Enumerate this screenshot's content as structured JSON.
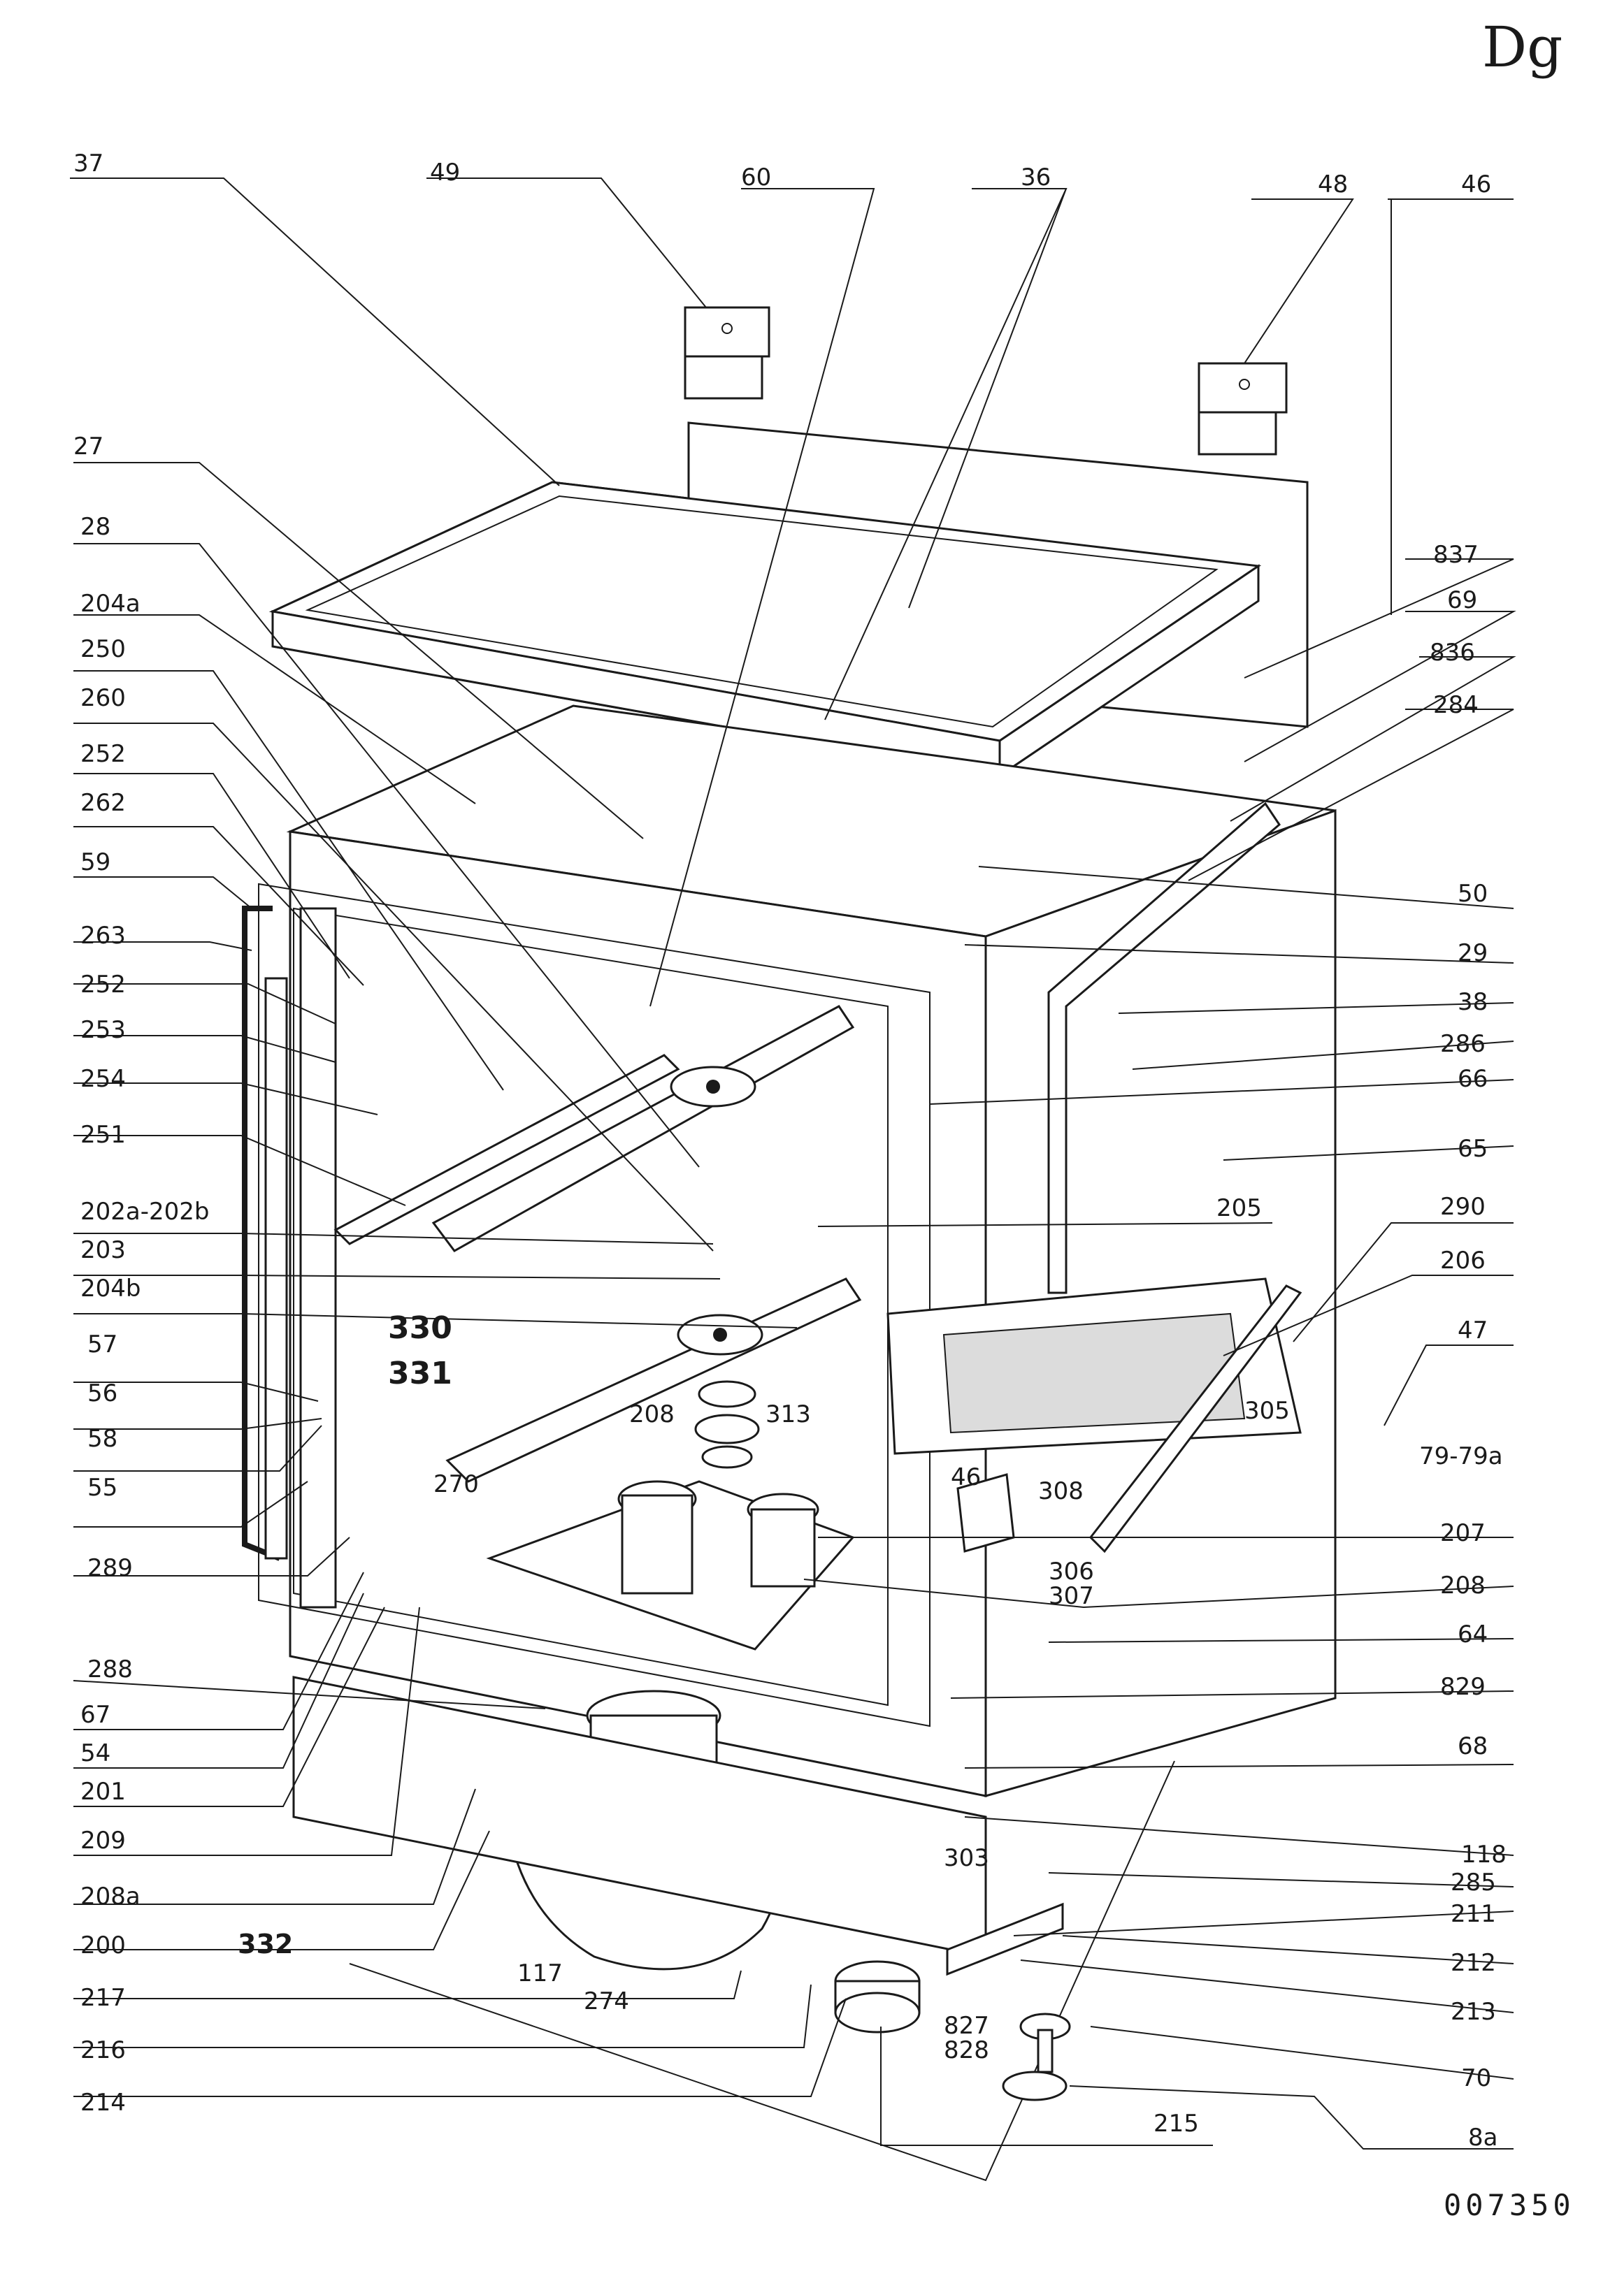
{
  "sheet_code": "Dg",
  "drawing_number": "007350",
  "callouts": [
    {
      "id": "l37",
      "text": "37"
    },
    {
      "id": "l49",
      "text": "49"
    },
    {
      "id": "l60",
      "text": "60"
    },
    {
      "id": "l36",
      "text": "36"
    },
    {
      "id": "l48",
      "text": "48"
    },
    {
      "id": "l46a",
      "text": "46"
    },
    {
      "id": "l27",
      "text": "27"
    },
    {
      "id": "l837",
      "text": "837"
    },
    {
      "id": "l28",
      "text": "28"
    },
    {
      "id": "l69",
      "text": "69"
    },
    {
      "id": "l204a",
      "text": "204a"
    },
    {
      "id": "l836",
      "text": "836"
    },
    {
      "id": "l250",
      "text": "250"
    },
    {
      "id": "l284",
      "text": "284"
    },
    {
      "id": "l260",
      "text": "260"
    },
    {
      "id": "l252a",
      "text": "252"
    },
    {
      "id": "l262",
      "text": "262"
    },
    {
      "id": "l59",
      "text": "59"
    },
    {
      "id": "l50",
      "text": "50"
    },
    {
      "id": "l263",
      "text": "263"
    },
    {
      "id": "l29",
      "text": "29"
    },
    {
      "id": "l38",
      "text": "38"
    },
    {
      "id": "l252b",
      "text": "252"
    },
    {
      "id": "l286",
      "text": "286"
    },
    {
      "id": "l253",
      "text": "253"
    },
    {
      "id": "l66",
      "text": "66"
    },
    {
      "id": "l254",
      "text": "254"
    },
    {
      "id": "l65",
      "text": "65"
    },
    {
      "id": "l251",
      "text": "251"
    },
    {
      "id": "l205",
      "text": "205"
    },
    {
      "id": "l290",
      "text": "290"
    },
    {
      "id": "l202",
      "text": "202a-202b"
    },
    {
      "id": "l206",
      "text": "206"
    },
    {
      "id": "l203",
      "text": "203"
    },
    {
      "id": "l204b",
      "text": "204b"
    },
    {
      "id": "l330",
      "text": "330"
    },
    {
      "id": "l331",
      "text": "331"
    },
    {
      "id": "l47",
      "text": "47"
    },
    {
      "id": "l57",
      "text": "57"
    },
    {
      "id": "l313",
      "text": "313"
    },
    {
      "id": "l305",
      "text": "305"
    },
    {
      "id": "l208a",
      "text": "208"
    },
    {
      "id": "l56",
      "text": "56"
    },
    {
      "id": "l79",
      "text": "79-79a"
    },
    {
      "id": "l58",
      "text": "58"
    },
    {
      "id": "l46b",
      "text": "46"
    },
    {
      "id": "l55",
      "text": "55"
    },
    {
      "id": "l270",
      "text": "270"
    },
    {
      "id": "l308",
      "text": "308"
    },
    {
      "id": "l207",
      "text": "207"
    },
    {
      "id": "l289",
      "text": "289"
    },
    {
      "id": "l306",
      "text": "306"
    },
    {
      "id": "l307",
      "text": "307"
    },
    {
      "id": "l208b",
      "text": "208"
    },
    {
      "id": "l64",
      "text": "64"
    },
    {
      "id": "l288",
      "text": "288"
    },
    {
      "id": "l829",
      "text": "829"
    },
    {
      "id": "l67",
      "text": "67"
    },
    {
      "id": "l54",
      "text": "54"
    },
    {
      "id": "l68",
      "text": "68"
    },
    {
      "id": "l201",
      "text": "201"
    },
    {
      "id": "l209",
      "text": "209"
    },
    {
      "id": "l303",
      "text": "303"
    },
    {
      "id": "l118",
      "text": "118"
    },
    {
      "id": "l285",
      "text": "285"
    },
    {
      "id": "l208c",
      "text": "208a"
    },
    {
      "id": "l211",
      "text": "211"
    },
    {
      "id": "l332",
      "text": "332"
    },
    {
      "id": "l200",
      "text": "200"
    },
    {
      "id": "l212",
      "text": "212"
    },
    {
      "id": "l117",
      "text": "117"
    },
    {
      "id": "l217",
      "text": "217"
    },
    {
      "id": "l274",
      "text": "274"
    },
    {
      "id": "l213",
      "text": "213"
    },
    {
      "id": "l827",
      "text": "827"
    },
    {
      "id": "l828",
      "text": "828"
    },
    {
      "id": "l216",
      "text": "216"
    },
    {
      "id": "l70",
      "text": "70"
    },
    {
      "id": "l214",
      "text": "214"
    },
    {
      "id": "l215",
      "text": "215"
    },
    {
      "id": "l8a",
      "text": "8a"
    }
  ]
}
